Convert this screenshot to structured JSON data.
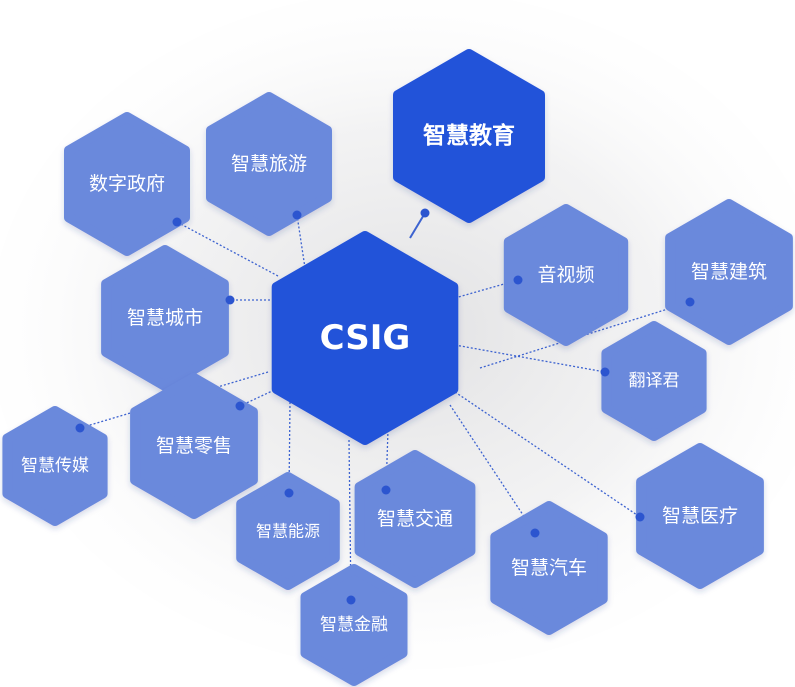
{
  "center": {
    "label": "CSIG",
    "color": "#2453d9"
  },
  "colors": {
    "node": "#6b89dc",
    "highlight": "#2453d9",
    "line": "#3d63d0",
    "dot": "#2c55cf"
  },
  "nodes": [
    {
      "id": "gov",
      "label": "数字政府"
    },
    {
      "id": "tourism",
      "label": "智慧旅游"
    },
    {
      "id": "education",
      "label": "智慧教育",
      "highlight": true
    },
    {
      "id": "av",
      "label": "音视频"
    },
    {
      "id": "building",
      "label": "智慧建筑"
    },
    {
      "id": "city",
      "label": "智慧城市"
    },
    {
      "id": "translate",
      "label": "翻译君"
    },
    {
      "id": "retail",
      "label": "智慧零售"
    },
    {
      "id": "media",
      "label": "智慧传媒"
    },
    {
      "id": "energy",
      "label": "智慧能源"
    },
    {
      "id": "traffic",
      "label": "智慧交通"
    },
    {
      "id": "auto",
      "label": "智慧汽车"
    },
    {
      "id": "medical",
      "label": "智慧医疗"
    },
    {
      "id": "finance",
      "label": "智慧金融"
    }
  ]
}
